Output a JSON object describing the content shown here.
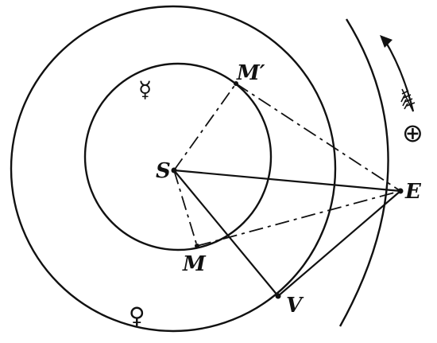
{
  "labels": {
    "sun": "S",
    "earth": "E",
    "venus": "V",
    "mercury": "M",
    "mercury_prime": "M′"
  },
  "symbols": {
    "mercury": "☿",
    "venus": "♀",
    "earth": "⊕"
  },
  "icons": {
    "arrow": "orbit-direction-arrow-icon",
    "feather": "feather-icon"
  },
  "colors": {
    "ink": "#111111",
    "background": "#ffffff"
  }
}
